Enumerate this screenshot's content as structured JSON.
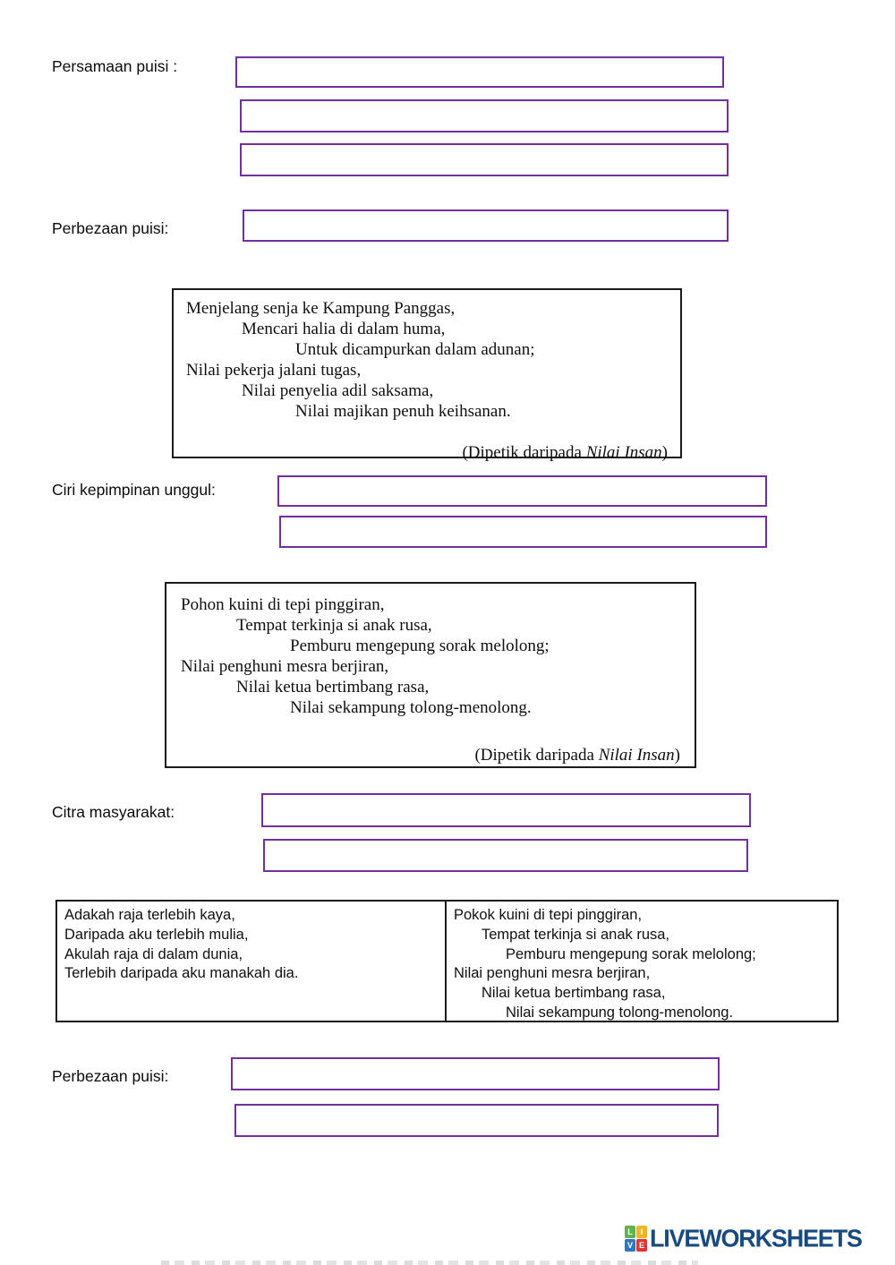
{
  "colors": {
    "answer_border": "#7030a0",
    "poem_border": "#1a1a1a",
    "logo_text_color": "#174b80",
    "tile_green": "#5eb54b",
    "tile_yellow": "#f0b429",
    "tile_blue": "#2f77bd",
    "tile_red": "#e03531"
  },
  "persamaan": {
    "label": "Persamaan puisi :"
  },
  "perbezaan1": {
    "label": "Perbezaan puisi:"
  },
  "ciri": {
    "label": "Ciri kepimpinan unggul:"
  },
  "citra": {
    "label": "Citra masyarakat:"
  },
  "perbezaan2": {
    "label": "Perbezaan puisi:"
  },
  "poem1": {
    "lines": [
      "Menjelang senja ke Kampung Panggas,",
      "Mencari halia di dalam huma,",
      "Untuk dicampurkan dalam adunan;",
      "Nilai pekerja jalani tugas,",
      "Nilai penyelia adil saksama,",
      "Nilai majikan penuh keihsanan."
    ],
    "citation": {
      "prefix": "(Dipetik daripada ",
      "source": "Nilai Insan",
      "suffix": ")"
    }
  },
  "poem2": {
    "lines": [
      "Pohon kuini di tepi pinggiran,",
      "Tempat terkinja si anak rusa,",
      "Pemburu mengepung sorak melolong;",
      "Nilai penghuni mesra berjiran,",
      "Nilai ketua bertimbang rasa,",
      "Nilai sekampung tolong-menolong."
    ],
    "citation": {
      "prefix": "(Dipetik daripada ",
      "source": "Nilai Insan",
      "suffix": ")"
    }
  },
  "table": {
    "left": [
      "Adakah raja terlebih kaya,",
      "Daripada aku terlebih mulia,",
      "Akulah raja di dalam dunia,",
      "Terlebih daripada aku manakah dia."
    ],
    "right": [
      "Pokok kuini di tepi pinggiran,",
      "Tempat terkinja si anak rusa,",
      "Pemburu mengepung sorak melolong;",
      "Nilai penghuni mesra berjiran,",
      "Nilai ketua bertimbang rasa,",
      "Nilai sekampung tolong-menolong."
    ]
  },
  "logo": {
    "text": "LIVEWORKSHEETS",
    "tiles": [
      {
        "letter": "L",
        "color": "#5eb54b"
      },
      {
        "letter": "I",
        "color": "#f0b429"
      },
      {
        "letter": "V",
        "color": "#2f77bd"
      },
      {
        "letter": "E",
        "color": "#e03531"
      }
    ]
  }
}
